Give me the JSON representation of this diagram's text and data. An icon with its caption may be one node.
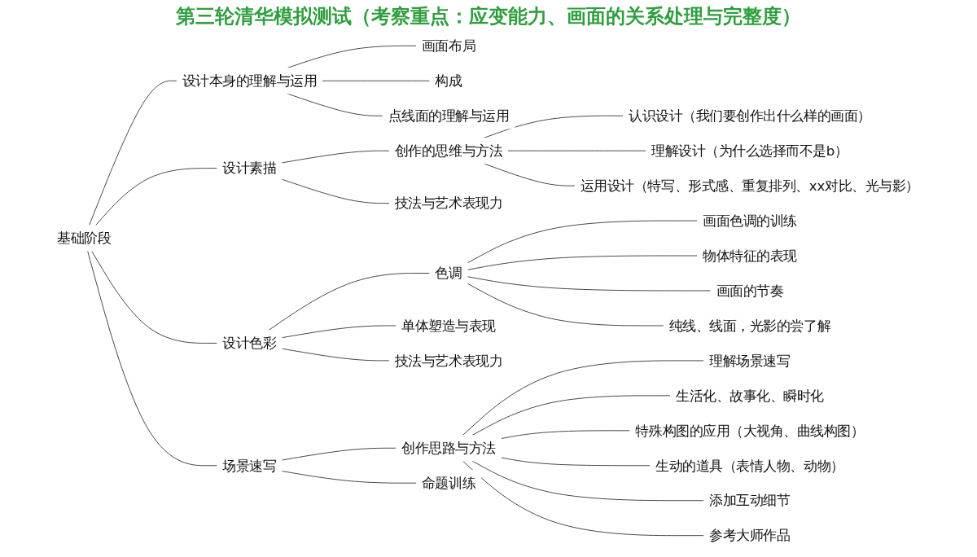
{
  "diagram": {
    "title": "第三轮清华模拟测试（考察重点：应变能力、画面的关系处理与完整度）",
    "nodes": [
      {
        "text": [
          "基础阶段"
        ]
      },
      {
        "text": [
          "设计本身的理解与运用"
        ]
      },
      {
        "text": [
          "画面布局"
        ]
      },
      {
        "text": [
          "构成"
        ]
      },
      {
        "text": [
          "点线面的理解与运用"
        ]
      },
      {
        "text": [
          "设计素描"
        ]
      },
      {
        "text": [
          "创作的思维与方法"
        ]
      },
      {
        "text": [
          "认识设计（我们要创作出什么样的画面）"
        ]
      },
      {
        "text": [
          "理解设计（为什么选择而不是b）"
        ]
      },
      {
        "text": [
          "运用设计（特写、形式感、重复排列、xx对比、光与影）"
        ]
      },
      {
        "text": [
          "技法与艺术表现力"
        ]
      },
      {
        "text": [
          "设计色彩"
        ]
      },
      {
        "text": [
          "色调"
        ]
      },
      {
        "text": [
          "画面色调的训练"
        ]
      },
      {
        "text": [
          "物体特征的表现"
        ]
      },
      {
        "text": [
          "画面的节奏"
        ]
      },
      {
        "text": [
          "纯线、线面，光影的尝了解"
        ]
      },
      {
        "text": [
          "单体塑造与表现"
        ]
      },
      {
        "text": [
          "技法与艺术表现力"
        ]
      },
      {
        "text": [
          "场景速写"
        ]
      },
      {
        "text": [
          "创作思路与方法"
        ]
      },
      {
        "text": [
          "理解场景速写"
        ]
      },
      {
        "text": [
          "生活化、故事化、瞬时化"
        ]
      },
      {
        "text": [
          "特殊构图的应用（大视角、曲线构图）"
        ]
      },
      {
        "text": [
          "生动的道具（表情人物、动物）"
        ]
      },
      {
        "text": [
          "添加互动细节"
        ]
      },
      {
        "text": [
          "参考大师作品"
        ]
      },
      {
        "text": [
          "命题训练"
        ]
      }
    ],
    "edges": [
      {
        "from": 0,
        "to": 1,
        "arrow": "none"
      },
      {
        "from": 1,
        "to": 2,
        "arrow": "none"
      },
      {
        "from": 1,
        "to": 3,
        "arrow": "none"
      },
      {
        "from": 1,
        "to": 4,
        "arrow": "none"
      },
      {
        "from": 0,
        "to": 5,
        "arrow": "none"
      },
      {
        "from": 5,
        "to": 6,
        "arrow": "none"
      },
      {
        "from": 6,
        "to": 7,
        "arrow": "none"
      },
      {
        "from": 6,
        "to": 8,
        "arrow": "none"
      },
      {
        "from": 6,
        "to": 9,
        "arrow": "none"
      },
      {
        "from": 5,
        "to": 10,
        "arrow": "none"
      },
      {
        "from": 0,
        "to": 11,
        "arrow": "none"
      },
      {
        "from": 11,
        "to": 12,
        "arrow": "none"
      },
      {
        "from": 12,
        "to": 13,
        "arrow": "none"
      },
      {
        "from": 12,
        "to": 14,
        "arrow": "none"
      },
      {
        "from": 12,
        "to": 15,
        "arrow": "none"
      },
      {
        "from": 12,
        "to": 16,
        "arrow": "none"
      },
      {
        "from": 11,
        "to": 17,
        "arrow": "none"
      },
      {
        "from": 11,
        "to": 18,
        "arrow": "none"
      },
      {
        "from": 0,
        "to": 19,
        "arrow": "none"
      },
      {
        "from": 19,
        "to": 20,
        "arrow": "none"
      },
      {
        "from": 20,
        "to": 21,
        "arrow": "none"
      },
      {
        "from": 20,
        "to": 22,
        "arrow": "none"
      },
      {
        "from": 20,
        "to": 23,
        "arrow": "none"
      },
      {
        "from": 20,
        "to": 24,
        "arrow": "none"
      },
      {
        "from": 20,
        "to": 25,
        "arrow": "none"
      },
      {
        "from": 20,
        "to": 26,
        "arrow": "none"
      },
      {
        "from": 19,
        "to": 27,
        "arrow": "none"
      }
    ]
  }
}
